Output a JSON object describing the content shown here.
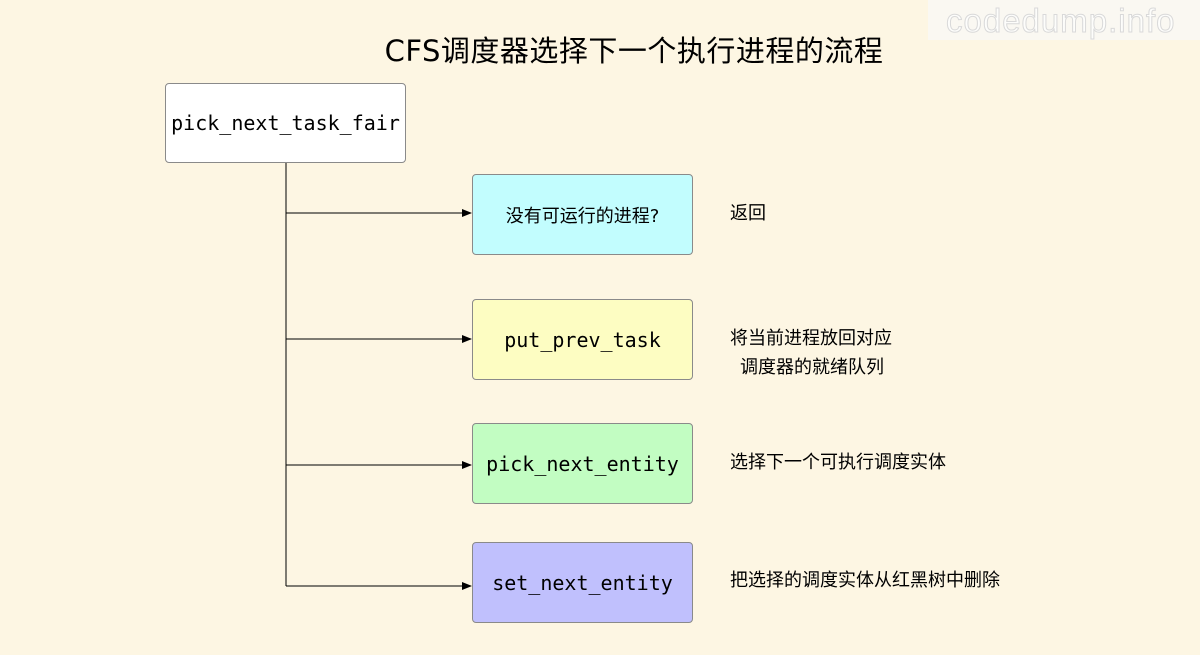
{
  "title": "CFS调度器选择下一个执行进程的流程",
  "watermark": "codedump.info",
  "root": {
    "label": "pick_next_task_fair"
  },
  "steps": [
    {
      "label": "没有可运行的进程?",
      "note_line1": "返回",
      "note_line2": "",
      "fill": "#c2fdfe"
    },
    {
      "label": "put_prev_task",
      "note_line1": "将当前进程放回对应",
      "note_line2": "调度器的就绪队列",
      "fill": "#fdfdc2"
    },
    {
      "label": "pick_next_entity",
      "note_line1": "选择下一个可执行调度实体",
      "note_line2": "",
      "fill": "#c2fdc2"
    },
    {
      "label": "set_next_entity",
      "note_line1": "把选择的调度实体从红黑树中删除",
      "note_line2": "",
      "fill": "#c0c0fd"
    }
  ],
  "colors": {
    "background": "#fdf6e3",
    "root_fill": "#ffffff",
    "line": "#000000"
  }
}
